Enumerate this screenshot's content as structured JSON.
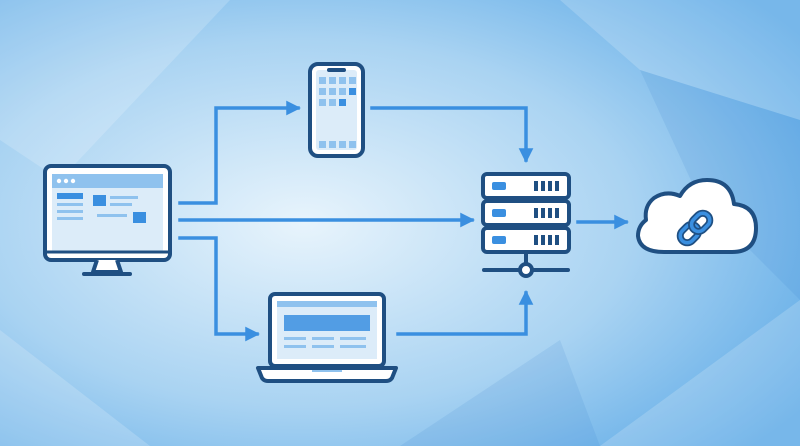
{
  "colors": {
    "background_light": "#e8f4fc",
    "background_mid": "#a9d3f2",
    "background_dark": "#5aa8e6",
    "outline": "#1f4f82",
    "accent": "#3a8fe0",
    "tile": "#8fc2ee",
    "panel": "#dcecf9",
    "white": "#ffffff"
  },
  "diagram": {
    "nodes": [
      {
        "id": "desktop",
        "icon": "desktop-monitor-icon"
      },
      {
        "id": "phone",
        "icon": "smartphone-icon"
      },
      {
        "id": "laptop",
        "icon": "laptop-icon"
      },
      {
        "id": "server",
        "icon": "server-rack-icon"
      },
      {
        "id": "cloud",
        "icon": "cloud-link-icon"
      }
    ],
    "connections": [
      {
        "from": "desktop",
        "to": "phone"
      },
      {
        "from": "desktop",
        "to": "server"
      },
      {
        "from": "desktop",
        "to": "laptop"
      },
      {
        "from": "phone",
        "to": "server"
      },
      {
        "from": "laptop",
        "to": "server"
      },
      {
        "from": "server",
        "to": "cloud"
      }
    ]
  }
}
